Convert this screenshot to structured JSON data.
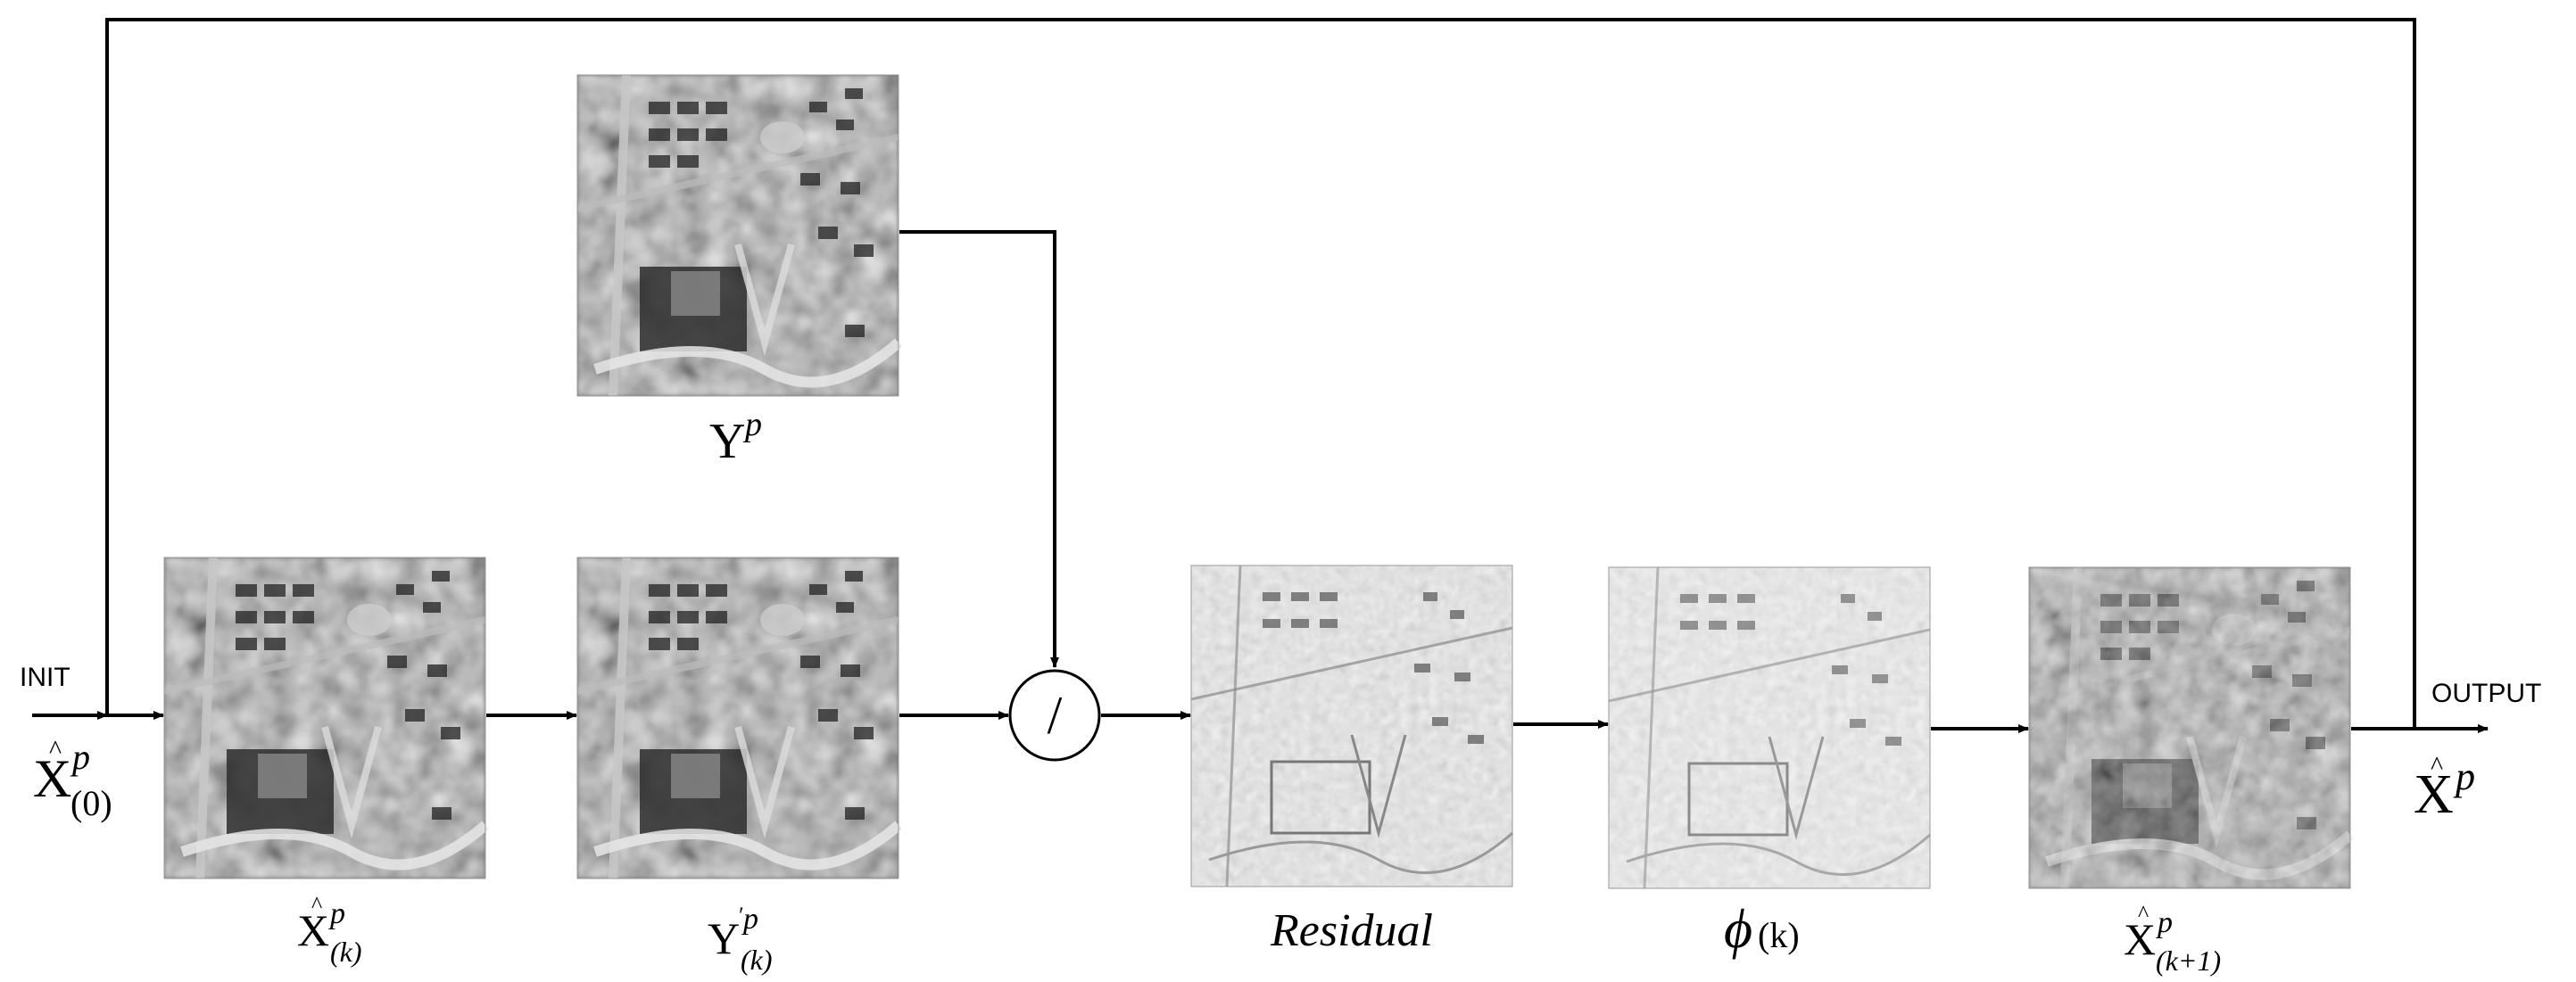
{
  "labels": {
    "init": "INIT",
    "output": "OUTPUT",
    "residual": "Residual",
    "division_operator": "/"
  },
  "math": {
    "x_hat_init": {
      "base": "X",
      "hat": "^",
      "sup": "p",
      "sub": "(0)"
    },
    "y_p": {
      "base": "Y",
      "sup": "p"
    },
    "x_hat_k": {
      "base": "X",
      "hat": "^",
      "sup": "p",
      "sub": "(k)"
    },
    "y_prime_k": {
      "base": "Y",
      "prime": "′",
      "sup": "p",
      "sub": "(k)"
    },
    "phi_k": {
      "base": "ϕ",
      "sub": "(k)"
    },
    "x_hat_k1": {
      "base": "X",
      "hat": "^",
      "sup": "p",
      "sub": "(k+1)"
    },
    "x_hat_out": {
      "base": "X",
      "hat": "^",
      "sup": "p"
    }
  },
  "images": [
    {
      "id": "y-p-image",
      "content": "blurred grayscale aerial scene"
    },
    {
      "id": "x-hat-k-image",
      "content": "blurred grayscale aerial scene"
    },
    {
      "id": "y-prime-k-image",
      "content": "blurred grayscale aerial scene"
    },
    {
      "id": "residual-image",
      "content": "light gray residual edge map"
    },
    {
      "id": "phi-k-image",
      "content": "light gray back-projected residual map"
    },
    {
      "id": "x-hat-k1-image",
      "content": "sharpened grayscale aerial scene"
    }
  ]
}
